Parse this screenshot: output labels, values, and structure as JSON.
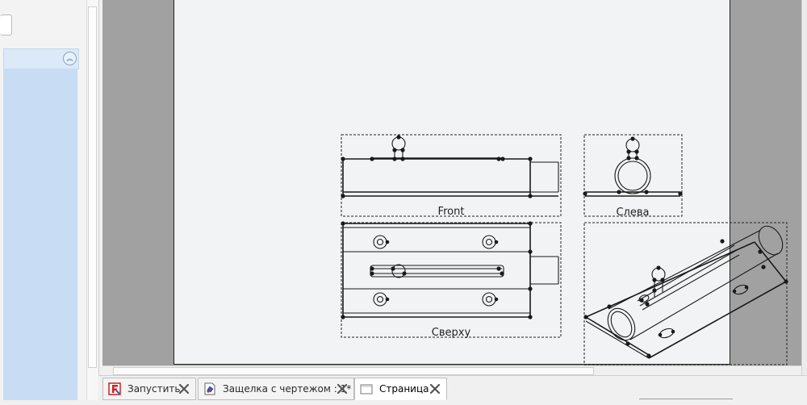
{
  "views": [
    {
      "id": "front",
      "label": "Front"
    },
    {
      "id": "left",
      "label": "Слева"
    },
    {
      "id": "top",
      "label": "Сверху"
    },
    {
      "id": "iso",
      "label": ""
    }
  ],
  "tabs": [
    {
      "id": "launch",
      "label": "Запустить",
      "active": false
    },
    {
      "id": "latch",
      "label": "Защелка с чертежом : 1*",
      "active": false
    },
    {
      "id": "page",
      "label": "Страница",
      "active": true
    }
  ],
  "icons": {
    "collapse": "double-chevron-up-icon",
    "close": "close-icon",
    "launch": "freecad-start-icon",
    "part": "part-document-icon",
    "page": "drawing-page-icon"
  },
  "colors": {
    "tree_selection": "#c8dcf3",
    "page_background": "#f2f3f5",
    "canvas_background": "#a1a1a1"
  }
}
